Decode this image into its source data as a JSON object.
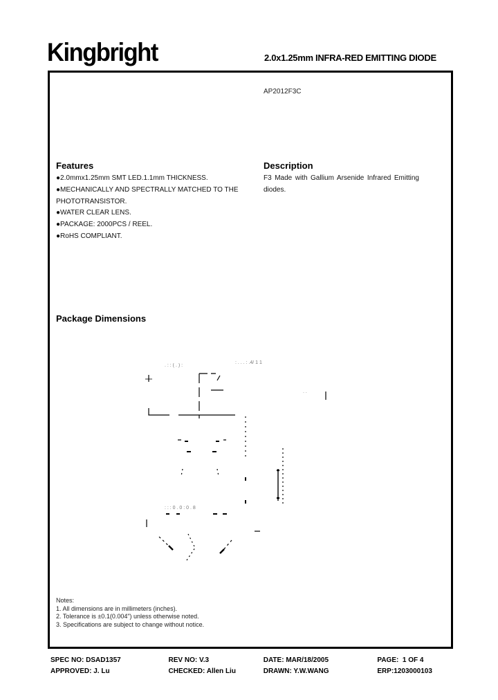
{
  "header": {
    "logo": "Kingbright",
    "title": "2.0x1.25mm INFRA-RED EMITTING DIODE"
  },
  "part_number": "AP2012F3C",
  "features": {
    "heading": "Features",
    "items": [
      "●2.0mmx1.25mm SMT LED.1.1mm THICKNESS.",
      "●MECHANICALLY AND SPECTRALLY MATCHED TO THE",
      "PHOTOTRANSISTOR.",
      "●WATER CLEAR LENS.",
      "●PACKAGE: 2000PCS / REEL.",
      "●RoHS COMPLIANT."
    ]
  },
  "description": {
    "heading": "Description",
    "text": "F3 Made with Gallium Arsenide Infrared Emitting diodes."
  },
  "package_dimensions": {
    "heading": "Package Dimensions"
  },
  "notes": {
    "heading": "Notes:",
    "items": [
      "1. All dimensions are in millimeters (inches).",
      "2. Tolerance is ±0.1(0.004\") unless otherwise noted.",
      "3. Specifications are subject to change without notice."
    ]
  },
  "footer": {
    "row1": {
      "spec_no": "SPEC NO: DSAD1357",
      "rev_no": "REV NO: V.3",
      "date": "DATE: MAR/18/2005",
      "page": "PAGE:  1 OF 4"
    },
    "row2": {
      "approved": "APPROVED: J. Lu",
      "checked": "CHECKED: Allen Liu",
      "drawn": "DRAWN: Y.W.WANG",
      "erp": "ERP:1203000103"
    }
  }
}
